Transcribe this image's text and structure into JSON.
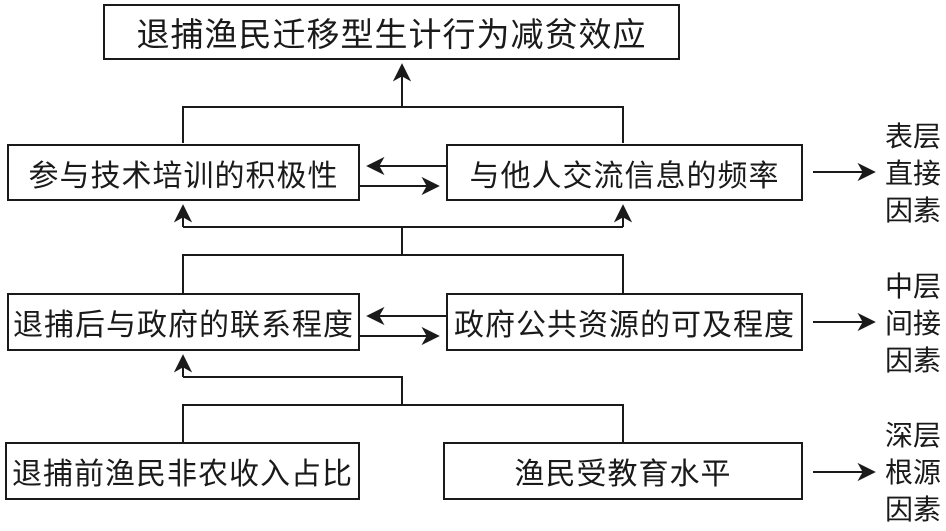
{
  "diagram": {
    "title_box": "退捕渔民迁移型生计行为减贫效应",
    "levels": [
      {
        "left_box": "参与技术培训的积极性",
        "right_box": "与他人交流信息的频率",
        "label_lines": [
          "表层",
          "直接",
          "因素"
        ]
      },
      {
        "left_box": "退捕后与政府的联系程度",
        "right_box": "政府公共资源的可及程度",
        "label_lines": [
          "中层",
          "间接",
          "因素"
        ]
      },
      {
        "left_box": "退捕前渔民非农收入占比",
        "right_box": "渔民受教育水平",
        "label_lines": [
          "深层",
          "根源",
          "因素"
        ]
      }
    ],
    "colors": {
      "line": "#1a1a1a",
      "background": "#ffffff",
      "text": "#1a1a1a"
    }
  }
}
